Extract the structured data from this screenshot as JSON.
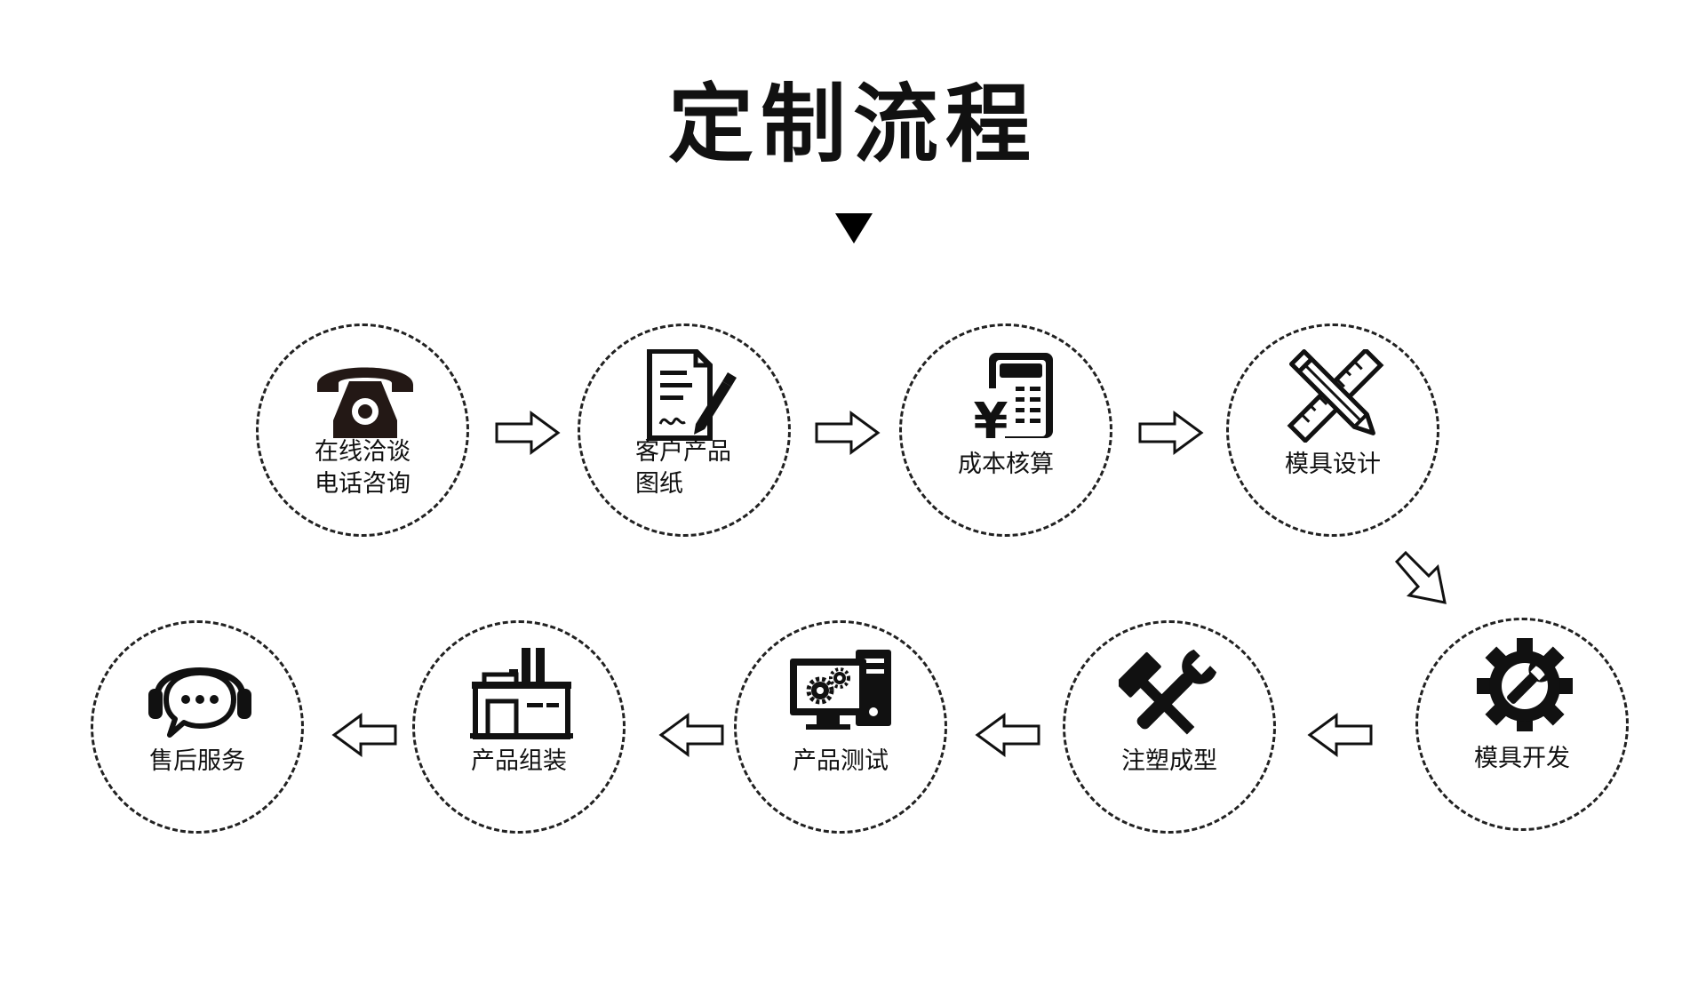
{
  "title": "定制流程",
  "steps": [
    {
      "id": "s1",
      "lines": [
        "在线洽谈",
        "电话咨询"
      ],
      "icon": "telephone-icon"
    },
    {
      "id": "s2",
      "lines": [
        "客户产品",
        "图纸"
      ],
      "icon": "document-pen-icon"
    },
    {
      "id": "s3",
      "lines": [
        "成本核算"
      ],
      "icon": "calculator-yen-icon"
    },
    {
      "id": "s4",
      "lines": [
        "模具设计"
      ],
      "icon": "ruler-pencil-icon"
    },
    {
      "id": "s5",
      "lines": [
        "模具开发"
      ],
      "icon": "gear-wrench-icon"
    },
    {
      "id": "s6",
      "lines": [
        "注塑成型"
      ],
      "icon": "hammer-wrench-icon"
    },
    {
      "id": "s7",
      "lines": [
        "产品测试"
      ],
      "icon": "computer-gears-icon"
    },
    {
      "id": "s8",
      "lines": [
        "产品组装"
      ],
      "icon": "factory-icon"
    },
    {
      "id": "s9",
      "lines": [
        "售后服务"
      ],
      "icon": "headset-chat-icon"
    }
  ],
  "colors": {
    "ink": "#111111",
    "background": "#ffffff"
  }
}
